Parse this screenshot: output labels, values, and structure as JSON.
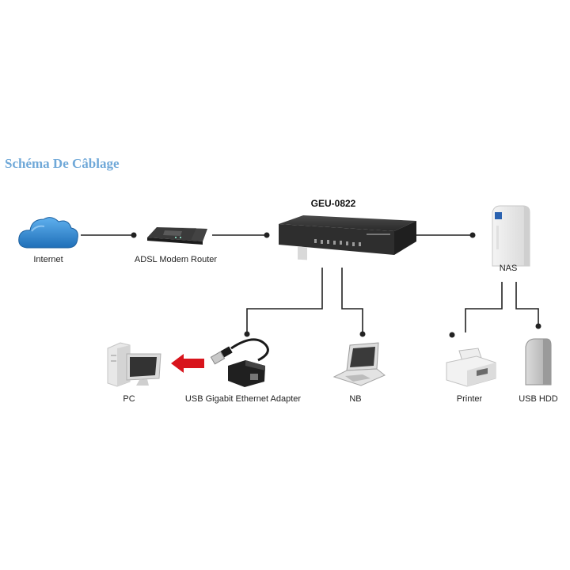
{
  "title": "Schéma De Câblage",
  "switch_model": "GEU-0822",
  "devices": {
    "internet": "Internet",
    "modem": "ADSL Modem Router",
    "nas": "NAS",
    "pc": "PC",
    "usb_adapter": "USB Gigabit Ethernet Adapter",
    "nb": "NB",
    "printer": "Printer",
    "usb_hdd": "USB HDD"
  },
  "colors": {
    "accent_title": "#6fa8d8",
    "cloud": "#2f7fc4",
    "arrow": "#d8141c",
    "line": "#222222"
  }
}
